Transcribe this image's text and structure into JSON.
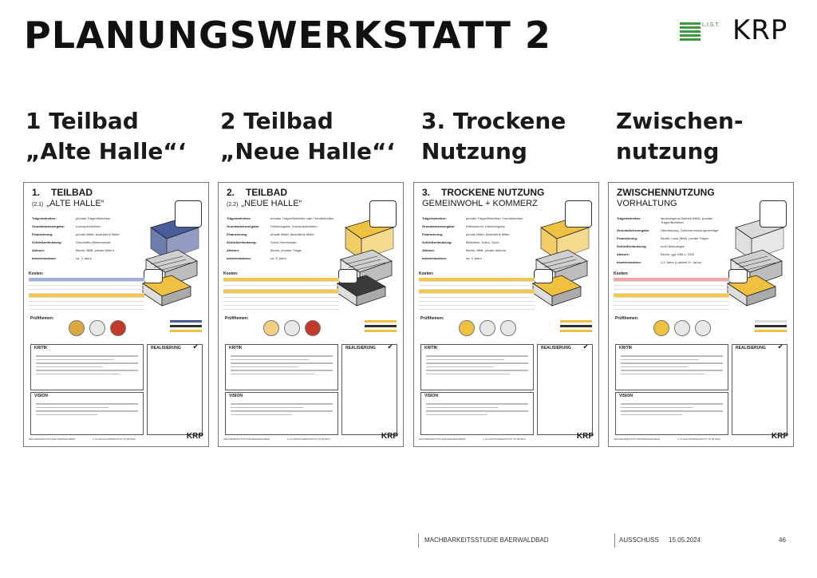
{
  "header": {
    "title": "PLANUNGSWERKSTATT 2",
    "logo_list_text": "L.I.S.T.",
    "logo_krp": "KRP"
  },
  "columns": [
    {
      "heading_line1": "1 Teilbad",
      "heading_line2": "„Alte Halle“‘"
    },
    {
      "heading_line1": "2 Teilbad",
      "heading_line2": "„Neue Halle“‘"
    },
    {
      "heading_line1": "3. Trockene",
      "heading_line2": "Nutzung"
    },
    {
      "heading_line1": "Zwischen-",
      "heading_line2": "nutzung"
    }
  ],
  "posters": [
    {
      "title_num": "1.",
      "title": "TEILBAD",
      "sub_num": "(2.1)",
      "subtitle": "„ALTE HALLE“",
      "accent": "#4a5c9a",
      "accent2": "#f0c040",
      "fields": [
        [
          "Trägerbetreiber:",
          "privater Träger/Betreiber"
        ],
        [
          "Grundstücksvergabe:",
          "Konzeptverfahren"
        ],
        [
          "Finanzierung:",
          "private Mittel, bezirkliche Mittel"
        ],
        [
          "Schließzeitnutzung:",
          "Geschäfts-/Wellnessbad"
        ],
        [
          "Akteure:",
          "Bezirk, BBB, private Akteur"
        ],
        [
          "Inbetriebnahme:",
          "ca. 3 Jahre"
        ]
      ]
    },
    {
      "title_num": "2.",
      "title": "TEILBAD",
      "sub_num": "(2.2)",
      "subtitle": "„NEUE HALLE“",
      "accent": "#f0c040",
      "accent2": "#3a3a3a",
      "fields": [
        [
          "Trägerbetreiber:",
          "privater Träger/Betreiber oder Trendbetreiber"
        ],
        [
          "Grundstücksvergabe:",
          "Direktvergabe, Konzeptverfahren"
        ],
        [
          "Finanzierung:",
          "private Mittel, bezirkliche Mittel"
        ],
        [
          "Schließzeitnutzung:",
          "Schul-/Vereinsbad"
        ],
        [
          "Akteure:",
          "Bezirk, privater Träger"
        ],
        [
          "Inbetriebnahme:",
          "ca. 5 Jahre"
        ]
      ]
    },
    {
      "title_num": "3.",
      "title": "TROCKENE NUTZUNG",
      "sub_num": "",
      "subtitle": "GEMEINWOHL + KOMMERZ",
      "accent": "#f0c040",
      "accent2": "#f0c040",
      "fields": [
        [
          "Trägerbetreiber:",
          "privater Träger/Betreiber, Trendbetreiber"
        ],
        [
          "Grundstücksvergabe:",
          "Erbbaurecht, Direktvergabe"
        ],
        [
          "Finanzierung:",
          "private Mittel, bezirkliche Mittel"
        ],
        [
          "Schließzeitnutzung:",
          "Bibliothek, Kultur, Sport"
        ],
        [
          "Akteure:",
          "Bezirk, BBB, private Akteure"
        ],
        [
          "Inbetriebnahme:",
          "ca. 3 Jahre"
        ]
      ]
    },
    {
      "title_num": "",
      "title": "ZWISCHENNUTZUNG",
      "sub_num": "",
      "subtitle": "VORHALTUNG",
      "accent": "#d9d9d9",
      "accent2": "#f0c040",
      "fields": [
        [
          "Trägerbetreiber:",
          "landeseigener Betrieb (BIM), privater Träger/Betreiber"
        ],
        [
          "Grundstücksvergabe:",
          "Überlassung, Zwischennutzungsverträge"
        ],
        [
          "Finanzierung:",
          "Bezirk, Land (BIM), private Träger"
        ],
        [
          "Schließzeitnutzung:",
          "noch festzulegen"
        ],
        [
          "Akteure:",
          "Bezirk, ggf. BIM o. GSE"
        ],
        [
          "Inbetriebnahme:",
          "1-2 Jahre (Laufzeit 5+ Jahre)"
        ]
      ]
    }
  ],
  "poster_labels": {
    "costs": "Kosten:",
    "checks": "Prüfthemen:",
    "critique": "KRITIK",
    "vision": "VISION",
    "realization": "REALISIERUNG",
    "footer_left": "MACHBARKEITSSTUDIE BAERWALDBAD",
    "footer_mid": "2. PLANUNGSWERKSTATT 15.05.2024",
    "footer_logo": "KRP"
  },
  "footer": {
    "study": "MACHBARKEITSSTUDIE BAERWALDBAD",
    "committee": "AUSSCHUSS",
    "date": "15.05.2024",
    "page": "46"
  },
  "colors": {
    "blue": "#4a5c9a",
    "yellow": "#f0c040",
    "dark": "#2f2f2f",
    "list_green": "#3c9a3c"
  }
}
